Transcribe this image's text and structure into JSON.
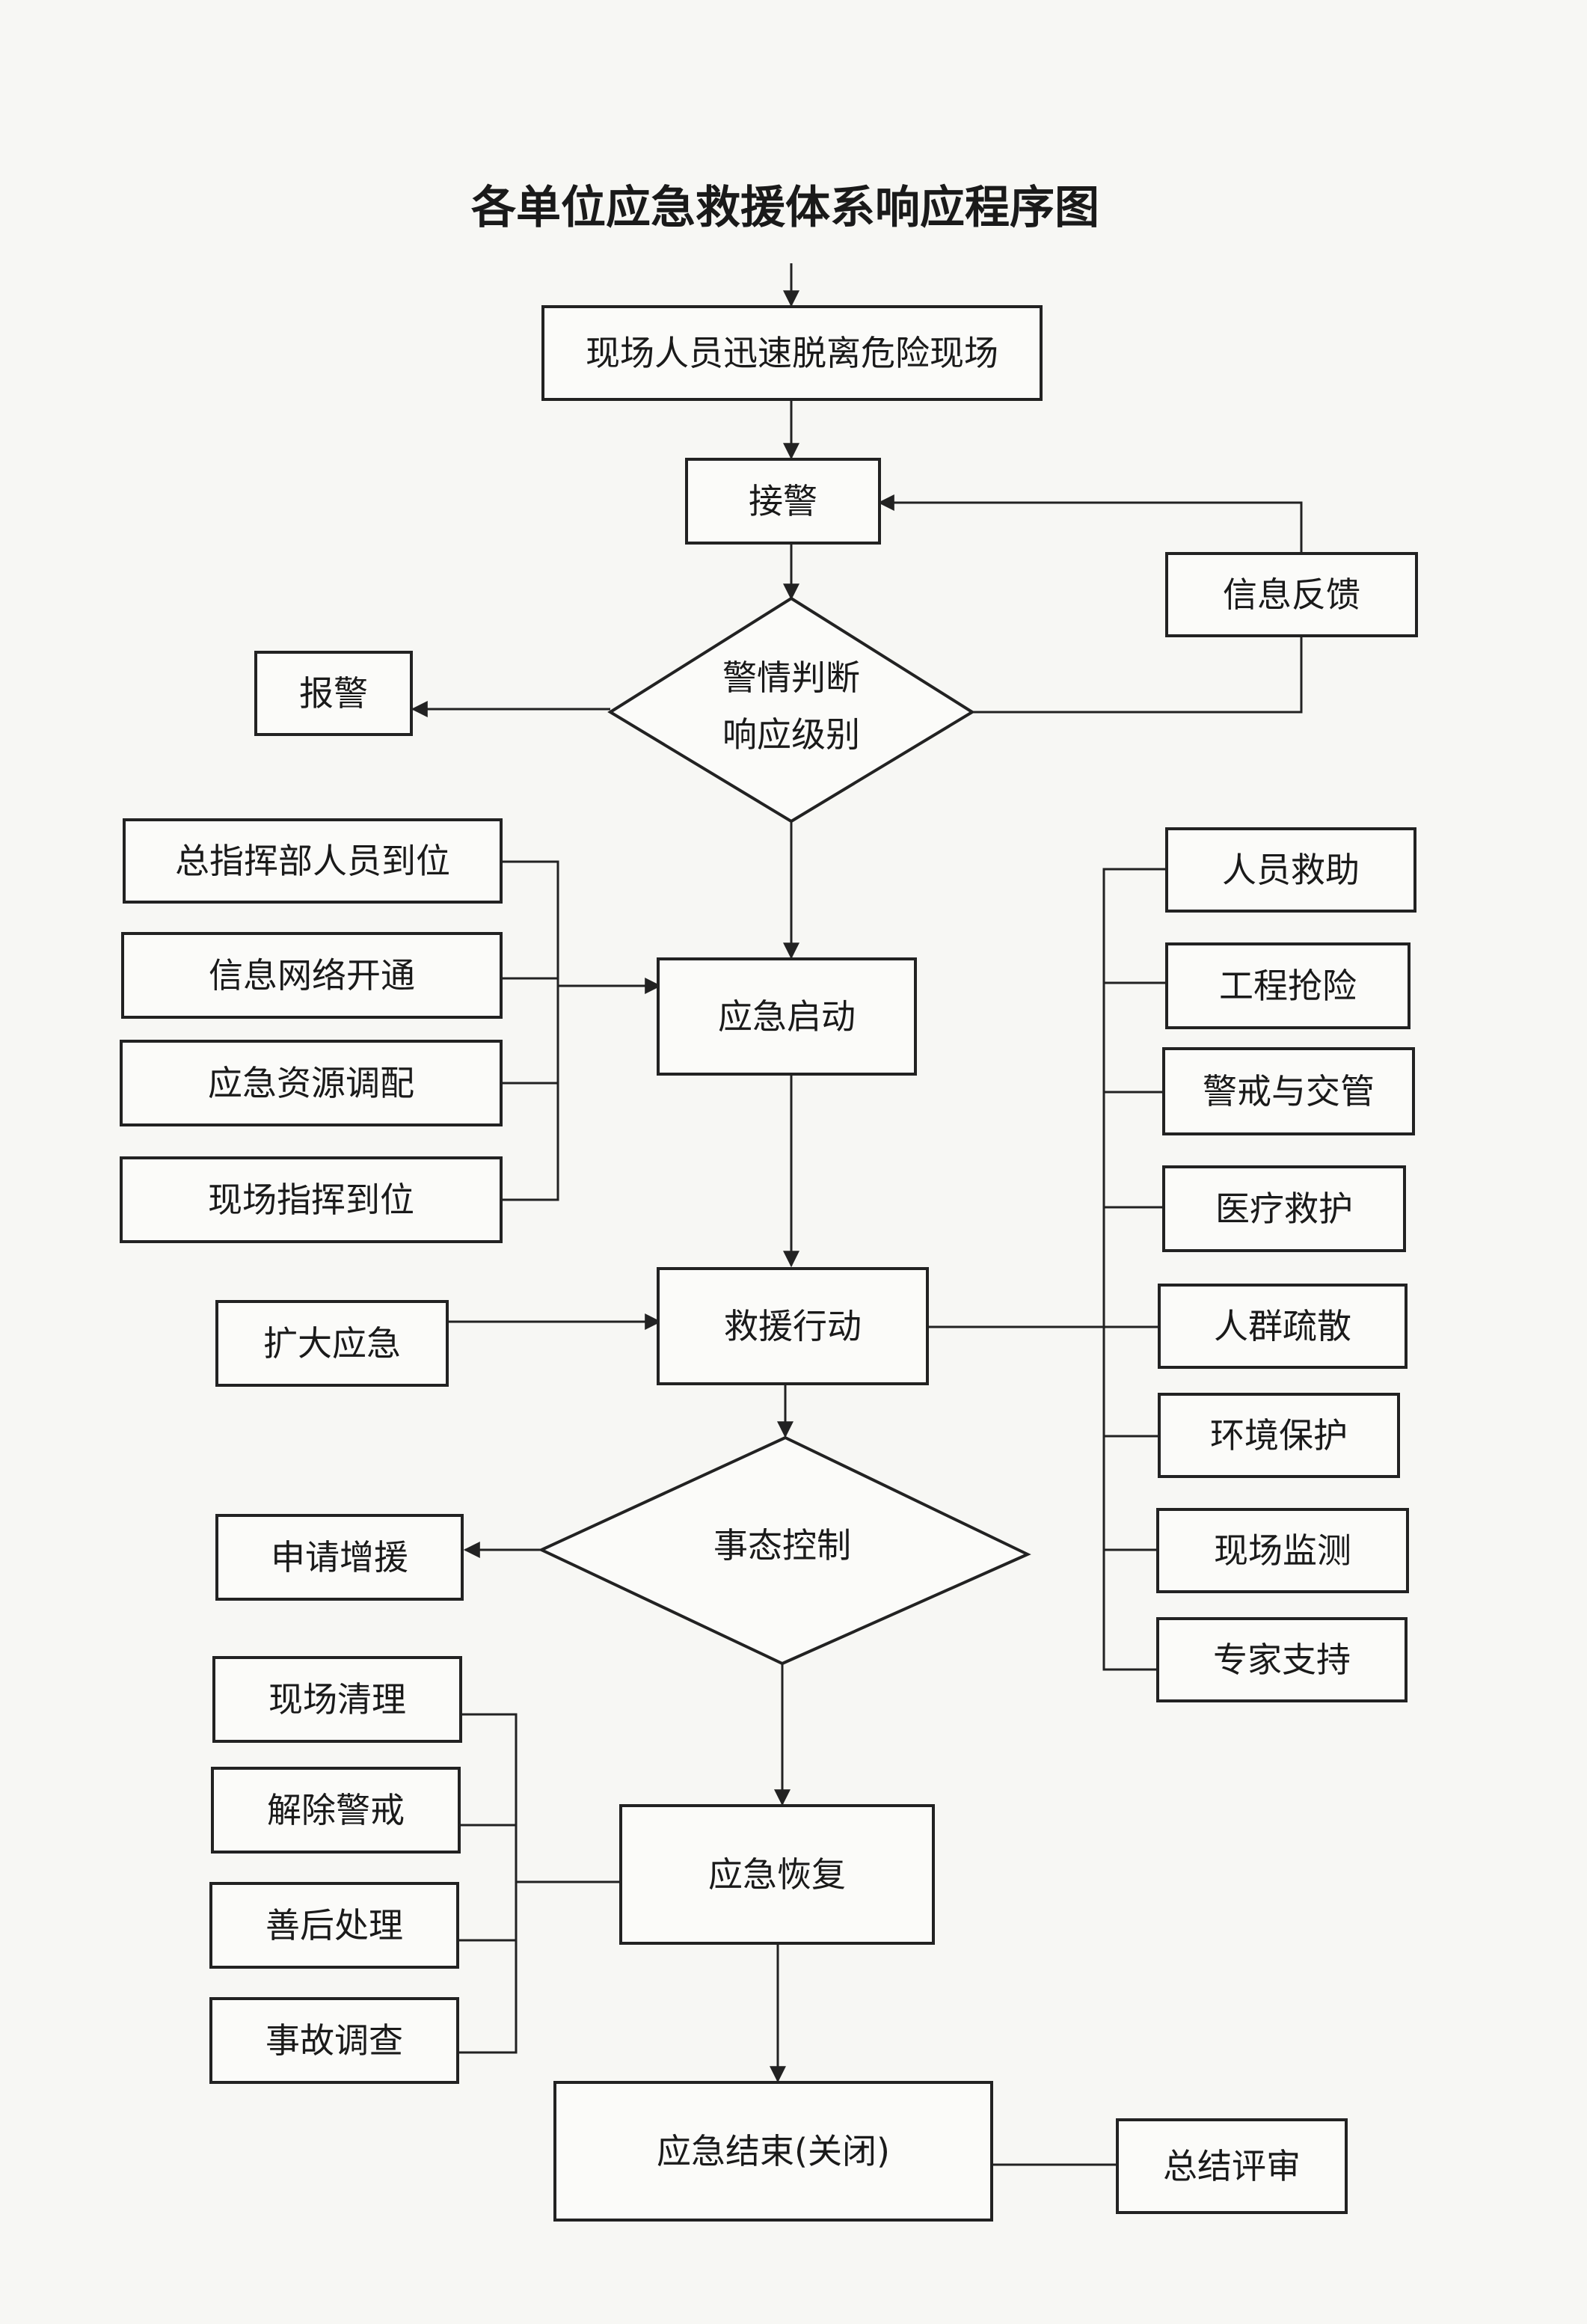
{
  "title": "各单位应急救援体系响应程序图",
  "nodes": {
    "evacuate": "现场人员迅速脱离危险现场",
    "receive_alarm": "接警",
    "feedback": "信息反馈",
    "report_alarm": "报警",
    "judge_line1": "警情判断",
    "judge_line2": "响应级别",
    "hq_arrive": "总指挥部人员到位",
    "network_open": "信息网络开通",
    "resource_allocate": "应急资源调配",
    "field_command": "现场指挥到位",
    "emergency_start": "应急启动",
    "personnel_rescue": "人员救助",
    "engineering_repair": "工程抢险",
    "security_traffic": "警戒与交管",
    "medical_care": "医疗救护",
    "crowd_evacuation": "人群疏散",
    "environment_protect": "环境保护",
    "site_monitor": "现场监测",
    "expert_support": "专家支持",
    "expand_emergency": "扩大应急",
    "rescue_action": "救援行动",
    "situation_control": "事态控制",
    "request_support": "申请增援",
    "site_cleanup": "现场清理",
    "lift_security": "解除警戒",
    "aftermath": "善后处理",
    "accident_investigation": "事故调查",
    "emergency_recovery": "应急恢复",
    "emergency_end": "应急结束(关闭)",
    "summary_review": "总结评审"
  }
}
